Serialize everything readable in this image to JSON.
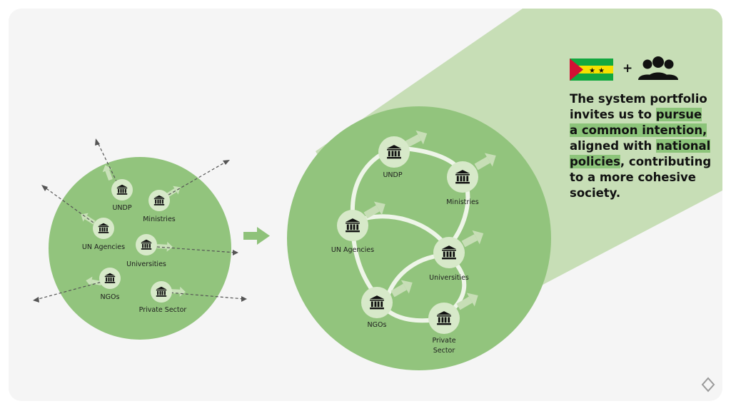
{
  "colors": {
    "card_bg": "#f5f5f5",
    "cone": "#c7deb6",
    "circle": "#92c47d",
    "node": "#d7e9c9",
    "path": "#eef5e8",
    "arrow": "#bfdcae",
    "dash": "#555555",
    "highlight": "#8cc47a",
    "flag_green": "#12a83f",
    "flag_yellow": "#f5e100",
    "flag_red": "#d21034"
  },
  "icons": {
    "node": "institution-icon",
    "flag": "sao-tome-flag-icon",
    "people": "group-icon",
    "arrow": "right-arrow-icon",
    "corner": "diamond-logo-icon"
  },
  "plus_sign": "+",
  "left_labels": {
    "undp": "UNDP",
    "ministries": "Ministries",
    "un_agencies": "UN Agencies",
    "universities": "Universities",
    "ngos": "NGOs",
    "private_sector": "Private Sector"
  },
  "right_labels": {
    "undp": "UNDP",
    "ministries": "Ministries",
    "un_agencies": "UN Agencies",
    "universities": "Universities",
    "ngos": "NGOs",
    "private_sector_line1": "Private",
    "private_sector_line2": "Sector"
  },
  "statement": {
    "p1": "The system portfolio invites us to ",
    "h1": "pursue a common intention,",
    "p2": " aligned with ",
    "h2": "national policies",
    "p3": ", contributing to a more cohesive society."
  }
}
